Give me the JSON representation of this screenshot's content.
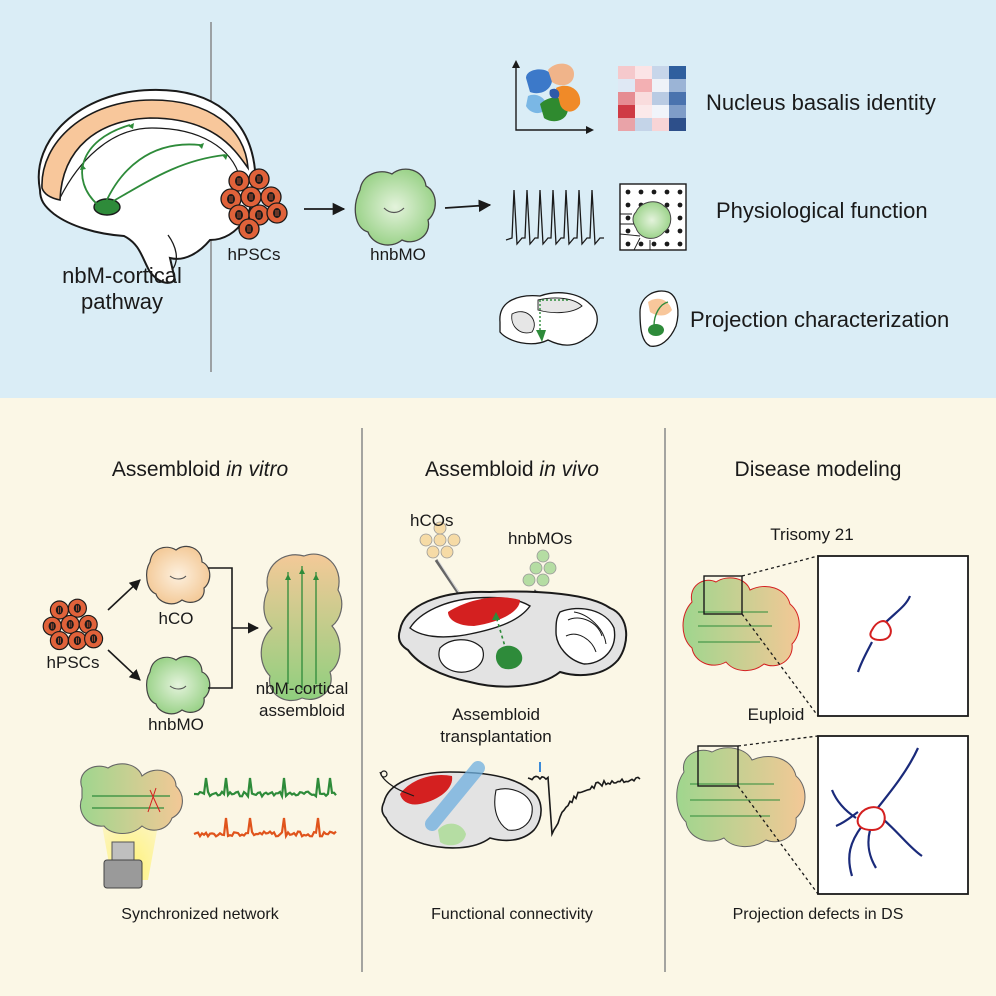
{
  "top": {
    "pathway_label_line1": "nbM-cortical",
    "pathway_label_line2": "pathway",
    "hpscs_label": "hPSCs",
    "hnbmo_label": "hnbMO",
    "outcome_identity": "Nucleus basalis identity",
    "outcome_physiology": "Physiological function",
    "outcome_projection": "Projection characterization"
  },
  "in_vitro": {
    "title_plain": "Assembloid ",
    "title_italic": "in vitro",
    "hpscs_label": "hPSCs",
    "hco_label": "hCO",
    "hnbmo_label": "hnbMO",
    "assembloid_line1": "nbM-cortical",
    "assembloid_line2": "assembloid",
    "caption": "Synchronized network"
  },
  "in_vivo": {
    "title_plain": "Assembloid ",
    "title_italic": "in vivo",
    "hcos_label": "hCOs",
    "hnbmos_label": "hnbMOs",
    "transplant_line1": "Assembloid",
    "transplant_line2": "transplantation",
    "caption": "Functional connectivity"
  },
  "disease": {
    "title": "Disease modeling",
    "trisomy_label": "Trisomy 21",
    "euploid_label": "Euploid",
    "caption": "Projection defects in DS"
  },
  "colors": {
    "top_bg": "#daedf6",
    "bottom_bg": "#fbf7e6",
    "green": "#2e8b3a",
    "orange": "#f5b57a",
    "red": "#d42020",
    "navy": "#1a2a7a"
  }
}
